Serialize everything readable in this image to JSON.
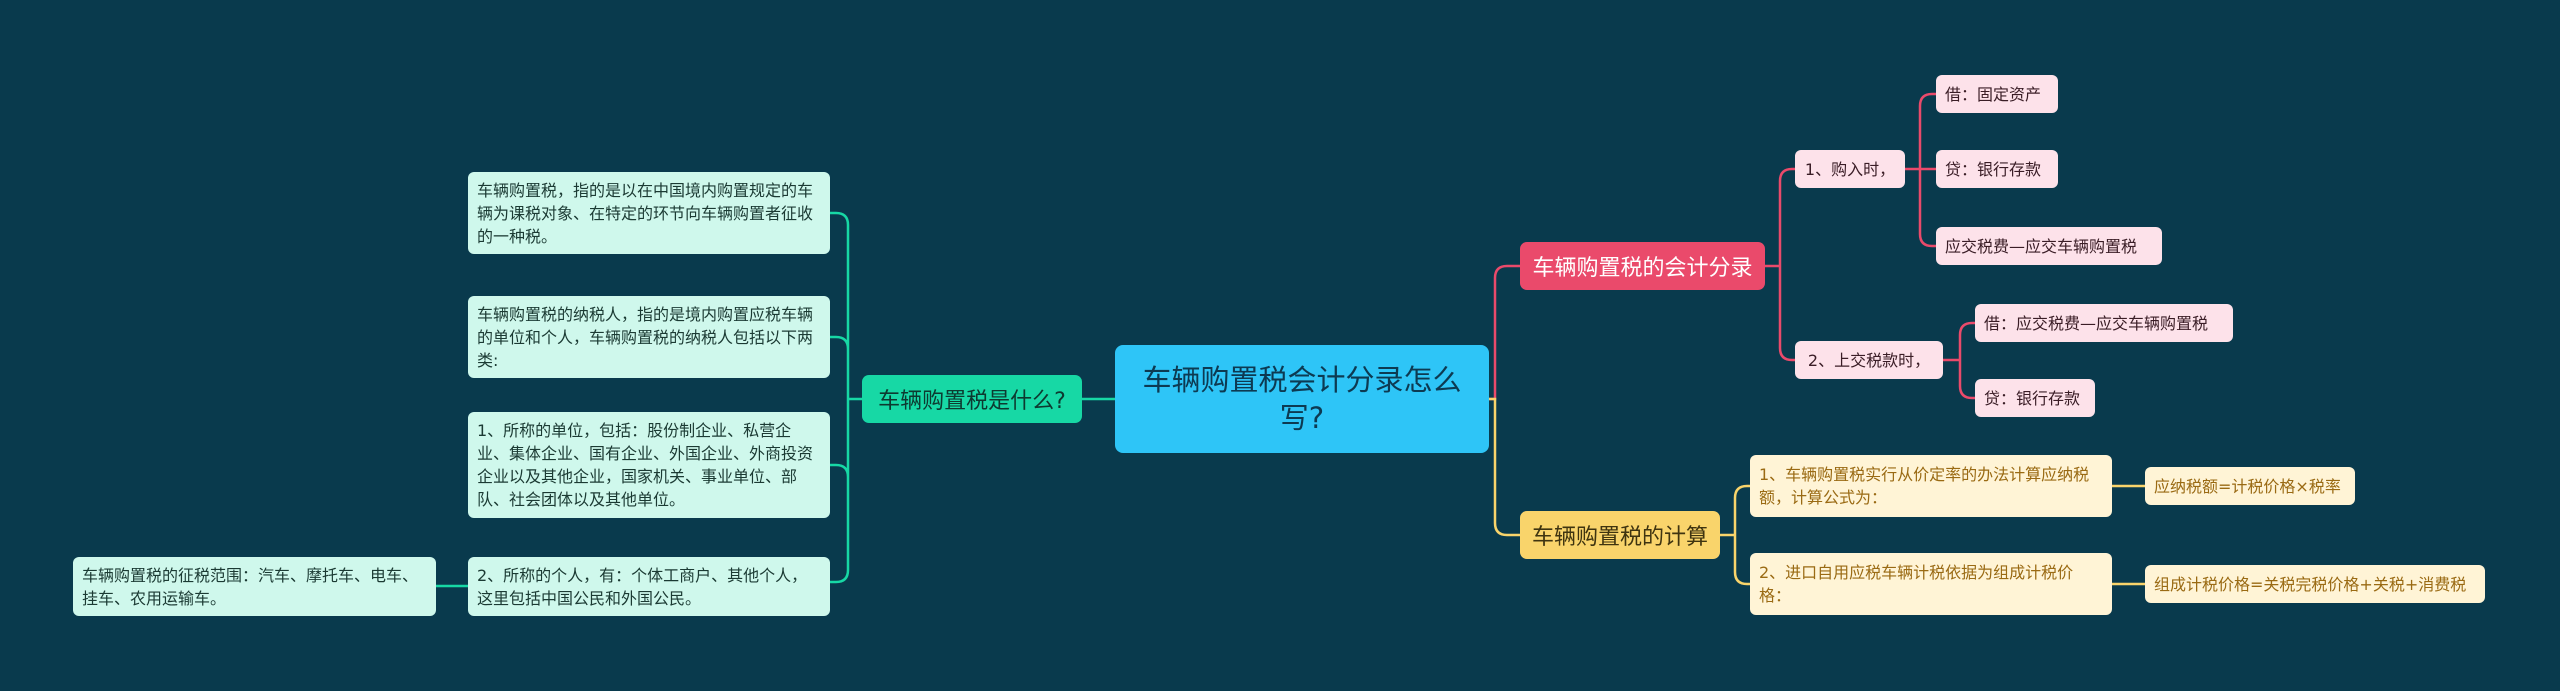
{
  "root": {
    "text": "车辆购置税会计分录怎么写?"
  },
  "left": {
    "title": "车辆购置税是什么?",
    "items": [
      {
        "text": "车辆购置税，指的是以在中国境内购置规定的车辆为课税对象、在特定的环节向车辆购置者征收的一种税。"
      },
      {
        "text": "车辆购置税的纳税人，指的是境内购置应税车辆的单位和个人，车辆购置税的纳税人包括以下两类:"
      },
      {
        "text": "1、所称的单位，包括：股份制企业、私营企业、集体企业、国有企业、外国企业、外商投资企业以及其他企业，国家机关、事业单位、部队、社会团体以及其他单位。"
      },
      {
        "text": "2、所称的个人，有：个体工商户、其他个人，这里包括中国公民和外国公民。"
      }
    ],
    "extra": {
      "text": "车辆购置税的征税范围：汽车、摩托车、电车、挂车、农用运输车。"
    }
  },
  "right": {
    "entries": {
      "title": "车辆购置税的会计分录",
      "groups": [
        {
          "label": "1、购入时，",
          "items": [
            {
              "text": "借：固定资产"
            },
            {
              "text": "贷：银行存款"
            },
            {
              "text": "应交税费—应交车辆购置税"
            }
          ]
        },
        {
          "label": "2、上交税款时，",
          "items": [
            {
              "text": "借：应交税费—应交车辆购置税"
            },
            {
              "text": "贷：银行存款"
            }
          ]
        }
      ]
    },
    "calc": {
      "title": "车辆购置税的计算",
      "items": [
        {
          "text": "1、车辆购置税实行从价定率的办法计算应纳税额，计算公式为：",
          "formula": "应纳税额=计税价格×税率"
        },
        {
          "text": "2、进口自用应税车辆计税依据为组成计税价格：",
          "formula": "组成计税价格=关税完税价格+关税+消费税"
        }
      ]
    }
  },
  "colors": {
    "background": "#093a4d",
    "root": "#2ec5f7",
    "green": "#17d8a5",
    "red": "#ea4a6b",
    "yellow": "#f9d46b"
  }
}
